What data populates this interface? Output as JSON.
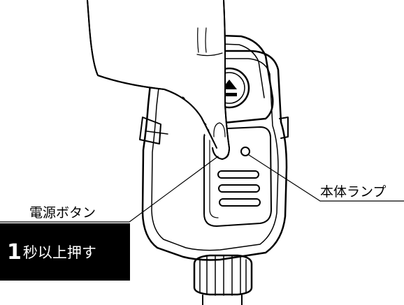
{
  "labels": {
    "power_button": "電源ボタン",
    "body_lamp": "本体ランプ"
  },
  "instruction": {
    "number": "1",
    "text": "秒以上押す"
  },
  "colors": {
    "line": "#000000",
    "background": "#ffffff",
    "instruction_bg": "#000000",
    "instruction_text": "#ffffff"
  },
  "icons": {
    "eject": "eject-icon"
  }
}
